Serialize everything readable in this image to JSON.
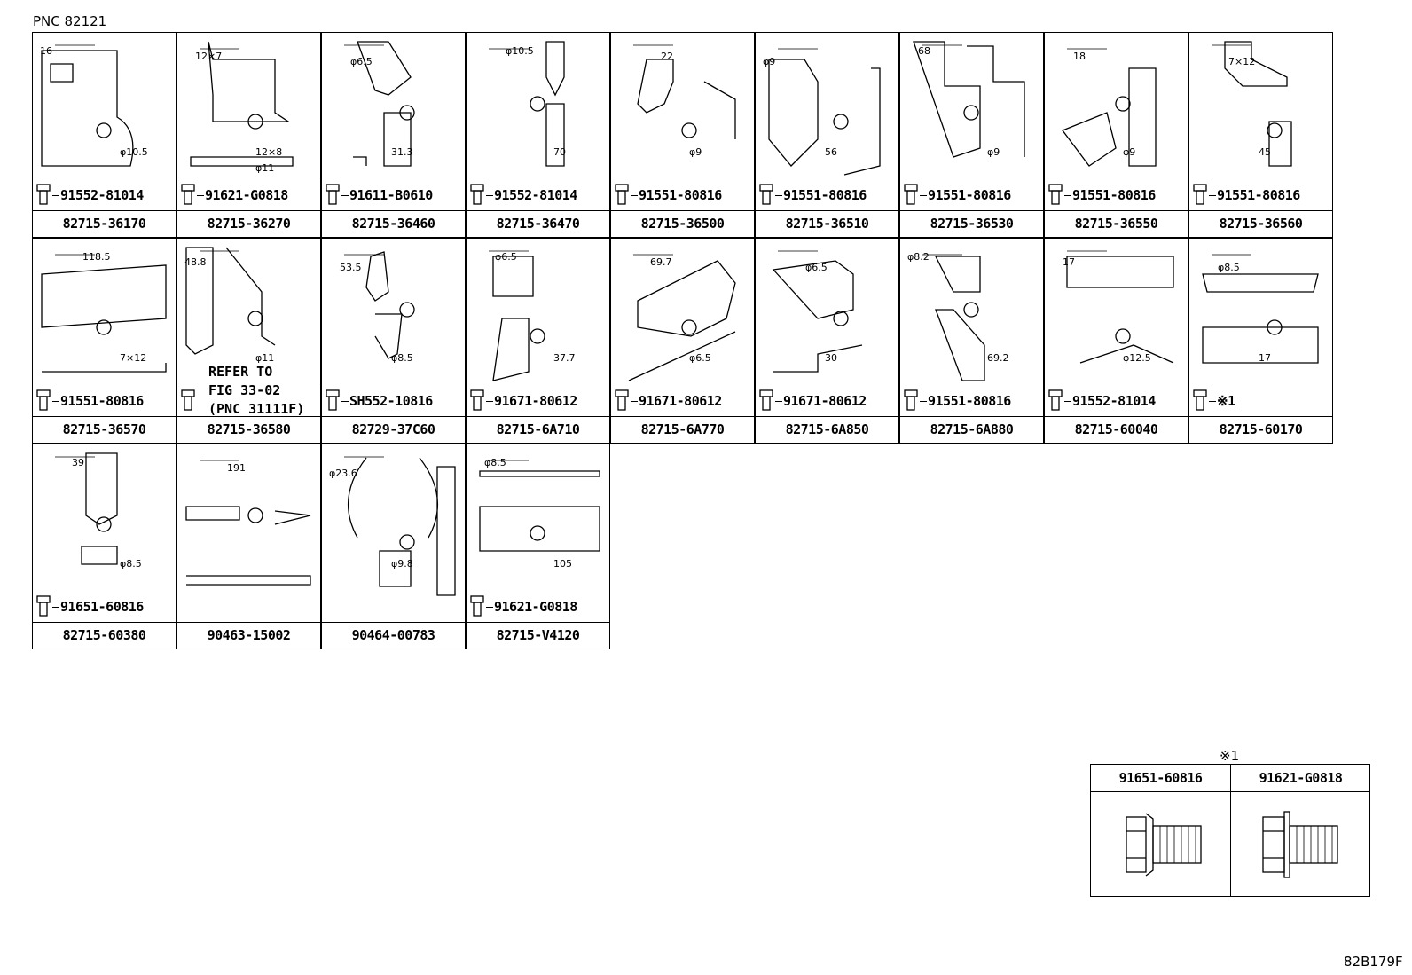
{
  "header": {
    "pnc": "PNC 82121"
  },
  "figure_code": "82B179F",
  "cells": [
    {
      "part": "82715-36170",
      "bolt": "91552-81014",
      "dims": [
        "16",
        "φ10.5"
      ]
    },
    {
      "part": "82715-36270",
      "bolt": "91621-G0818",
      "dims": [
        "12×7",
        "12×8",
        "φ11"
      ]
    },
    {
      "part": "82715-36460",
      "bolt": "91611-B0610",
      "dims": [
        "φ6.5",
        "31.3"
      ]
    },
    {
      "part": "82715-36470",
      "bolt": "91552-81014",
      "dims": [
        "φ10.5",
        "70"
      ]
    },
    {
      "part": "82715-36500",
      "bolt": "91551-80816",
      "dims": [
        "22",
        "φ9"
      ]
    },
    {
      "part": "82715-36510",
      "bolt": "91551-80816",
      "dims": [
        "φ9",
        "56"
      ]
    },
    {
      "part": "82715-36530",
      "bolt": "91551-80816",
      "dims": [
        "68",
        "φ9"
      ]
    },
    {
      "part": "82715-36550",
      "bolt": "91551-80816",
      "dims": [
        "18",
        "φ9"
      ]
    },
    {
      "part": "82715-36560",
      "bolt": "91551-80816",
      "dims": [
        "7×12",
        "45"
      ]
    },
    {
      "part": "82715-36570",
      "bolt": "91551-80816",
      "dims": [
        "118.5",
        "7×12"
      ]
    },
    {
      "part": "82715-36580",
      "bolt": "",
      "dims": [
        "48.8",
        "φ11"
      ],
      "note": "REFER TO\nFIG 33-02\n(PNC 31111F)"
    },
    {
      "part": "82729-37C60",
      "bolt": "SH552-10816",
      "dims": [
        "53.5",
        "φ8.5"
      ]
    },
    {
      "part": "82715-6A710",
      "bolt": "91671-80612",
      "dims": [
        "φ6.5",
        "37.7"
      ]
    },
    {
      "part": "82715-6A770",
      "bolt": "91671-80612",
      "dims": [
        "69.7",
        "φ6.5"
      ]
    },
    {
      "part": "82715-6A850",
      "bolt": "91671-80612",
      "dims": [
        "φ6.5",
        "30"
      ]
    },
    {
      "part": "82715-6A880",
      "bolt": "91551-80816",
      "dims": [
        "φ8.2",
        "69.2"
      ]
    },
    {
      "part": "82715-60040",
      "bolt": "91552-81014",
      "dims": [
        "17",
        "φ12.5"
      ]
    },
    {
      "part": "82715-60170",
      "bolt": "※1",
      "dims": [
        "φ8.5",
        "17"
      ]
    },
    {
      "part": "82715-60380",
      "bolt": "91651-60816",
      "dims": [
        "39",
        "φ8.5"
      ]
    },
    {
      "part": "90463-15002",
      "bolt": "",
      "dims": [
        "191"
      ]
    },
    {
      "part": "90464-00783",
      "bolt": "",
      "dims": [
        "φ23.6",
        "φ9.8"
      ]
    },
    {
      "part": "82715-V4120",
      "bolt": "91621-G0818",
      "dims": [
        "φ8.5",
        "105"
      ]
    }
  ],
  "legend": {
    "mark": "※1",
    "items": [
      "91651-60816",
      "91621-G0818"
    ]
  }
}
